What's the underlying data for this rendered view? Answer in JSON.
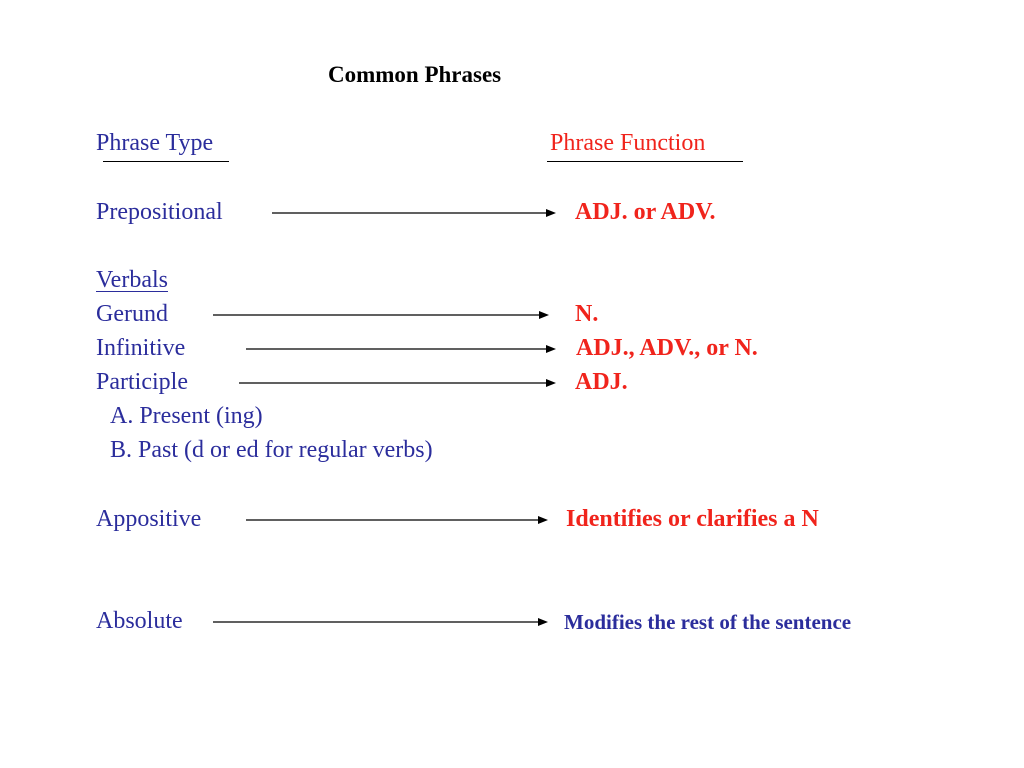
{
  "title": "Common Phrases",
  "headers": {
    "type": "Phrase Type",
    "function": "Phrase Function"
  },
  "rows": {
    "prepositional": {
      "type": "Prepositional",
      "function": "ADJ. or ADV."
    },
    "verbals_heading": "Verbals",
    "gerund": {
      "type": "Gerund",
      "function": "N."
    },
    "infinitive": {
      "type": "Infinitive",
      "function": "ADJ., ADV., or N."
    },
    "participle": {
      "type": "Participle",
      "function": "ADJ."
    },
    "participle_present": "A. Present (ing)",
    "participle_past": "B. Past (d or ed for regular verbs)",
    "appositive": {
      "type": "Appositive",
      "function": "Identifies or clarifies a N"
    },
    "absolute": {
      "type": "Absolute",
      "function": "Modifies the rest of the sentence"
    }
  },
  "colors": {
    "type_text": "#2b2d9c",
    "function_text": "#f0241c",
    "title_text": "#000000",
    "arrow": "#000000"
  }
}
